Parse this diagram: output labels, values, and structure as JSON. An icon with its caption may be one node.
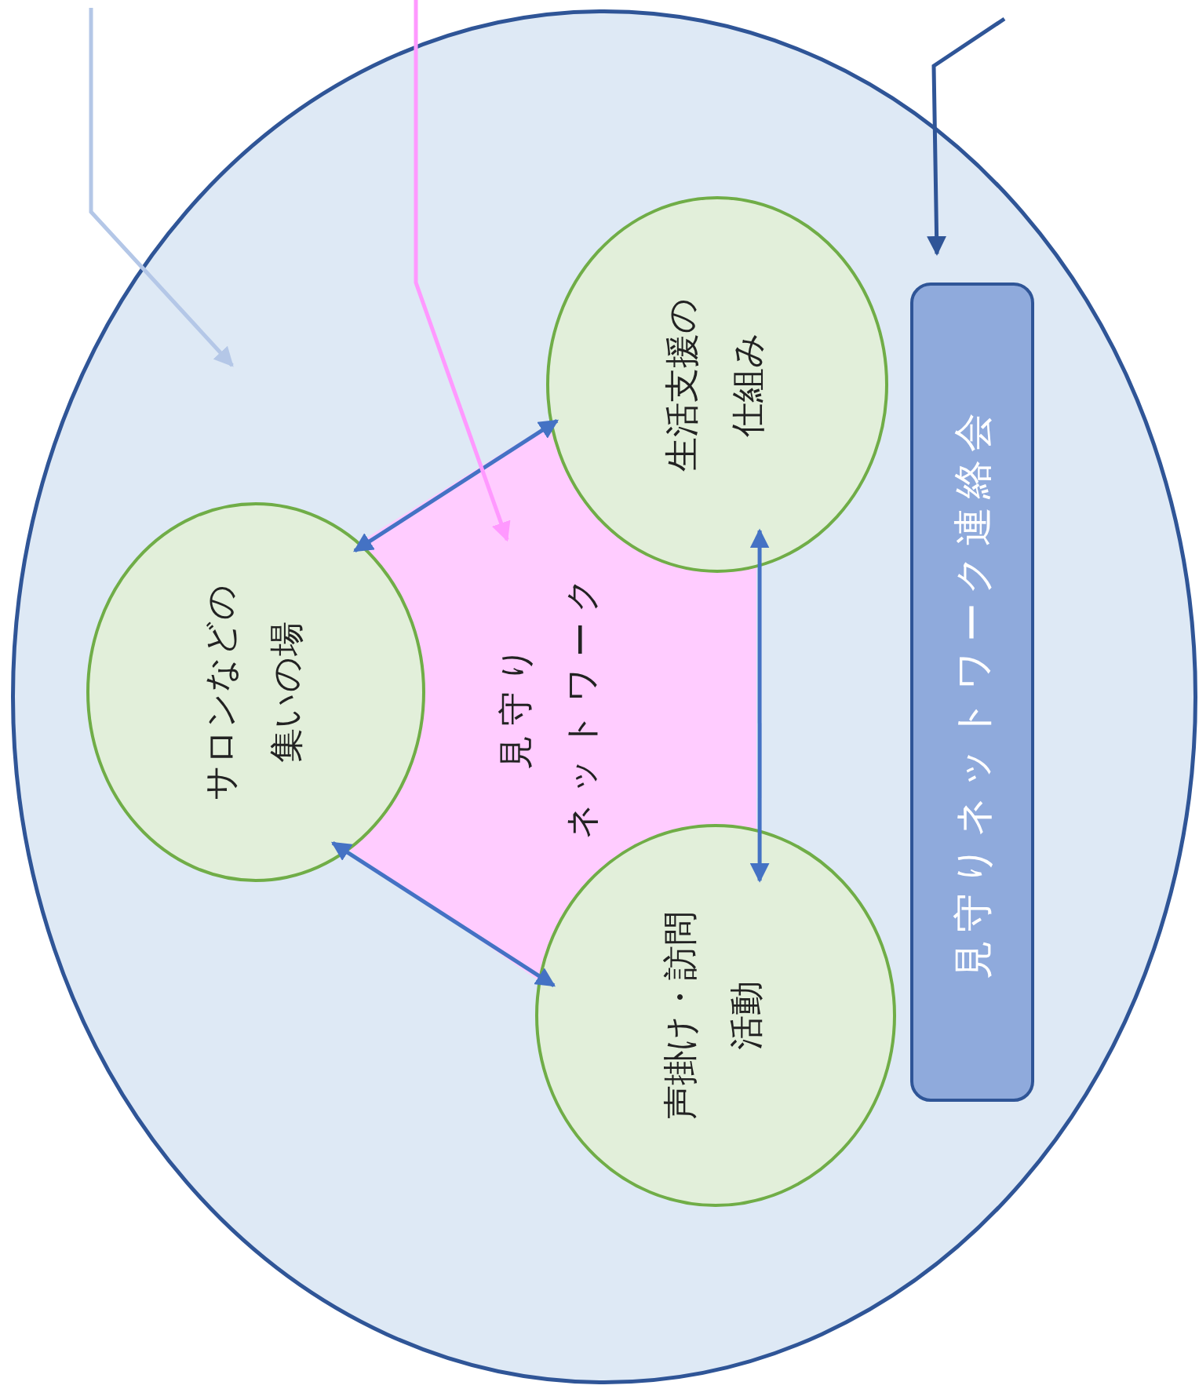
{
  "diagram": {
    "nodes": [
      {
        "text": [],
        "shape": "circle"
      },
      {
        "text": [
          "見守り",
          "ネットワーク"
        ],
        "in": 0
      },
      {
        "text": [
          "生活支援の仕組み"
        ],
        "in": 0
      },
      {
        "text": [
          "サロンなどの集いの場"
        ],
        "in": 0
      },
      {
        "text": [
          "声掛け・訪問活動"
        ],
        "in": 0
      },
      {
        "text": [
          "見守りネットワーク連絡会"
        ],
        "in": 0
      }
    ],
    "edges": [
      {
        "from": 3,
        "to": 2,
        "arrow": "both"
      },
      {
        "from": 3,
        "to": 4,
        "arrow": "both"
      },
      {
        "from": 2,
        "to": 4,
        "arrow": "both"
      },
      {
        "from": null,
        "to": 0,
        "arrow": "to",
        "color": "#b4c7e7"
      },
      {
        "from": null,
        "to": 1,
        "arrow": "to",
        "color": "#ff99ff"
      },
      {
        "from": null,
        "to": 5,
        "arrow": "to",
        "color": "#2f5597"
      }
    ]
  }
}
